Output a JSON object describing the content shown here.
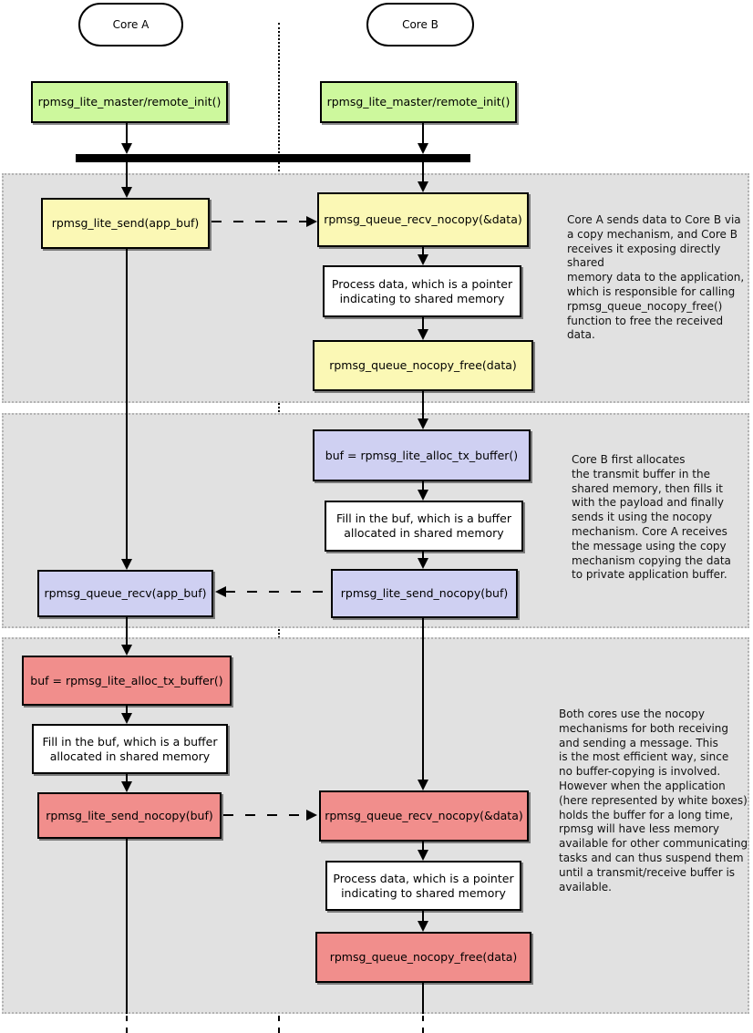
{
  "diagram": {
    "lanes": {
      "core_a": "Core A",
      "core_b": "Core B"
    },
    "init": {
      "core_a": "rpmsg_lite_master/remote_init()",
      "core_b": "rpmsg_lite_master/remote_init()"
    },
    "colors": {
      "init_box": "#cdf89d",
      "copy_section_box": "#fbf8b5",
      "nocopy_send_box": "#cfd0f2",
      "nocopy_both_box": "#f18e8c",
      "app_box": "#ffffff",
      "panel_bg": "#e1e1e1"
    },
    "sections": [
      {
        "a_send": "rpmsg_lite_send(app_buf)",
        "b_recv": "rpmsg_queue_recv_nocopy(&data)",
        "b_process": "Process data, which is a pointer\nindicating to shared memory",
        "b_free": "rpmsg_queue_nocopy_free(data)",
        "note": "Core A sends data to Core B via\na copy mechanism, and Core B\nreceives it exposing directly shared\nmemory data to the application,\nwhich is responsible for calling\nrpmsg_queue_nocopy_free()\nfunction to free the received data."
      },
      {
        "b_alloc": "buf = rpmsg_lite_alloc_tx_buffer()",
        "b_fill": "Fill in the buf, which is a buffer\nallocated in shared memory",
        "b_send": "rpmsg_lite_send_nocopy(buf)",
        "a_recv": "rpmsg_queue_recv(app_buf)",
        "note": "Core B first allocates\nthe transmit buffer in the\nshared memory, then fills it\nwith the payload and finally\nsends it using the nocopy\nmechanism. Core A receives\nthe message using the copy\nmechanism copying the data\nto private application buffer."
      },
      {
        "a_alloc": "buf = rpmsg_lite_alloc_tx_buffer()",
        "a_fill": "Fill in the buf, which is a buffer\nallocated in shared memory",
        "a_send": "rpmsg_lite_send_nocopy(buf)",
        "b_recv": "rpmsg_queue_recv_nocopy(&data)",
        "b_process": "Process data, which is a pointer\nindicating to shared memory",
        "b_free": "rpmsg_queue_nocopy_free(data)",
        "note": "Both cores use the nocopy\nmechanisms for both receiving\nand sending a message. This\nis the most efficient way, since\nno buffer-copying is involved.\nHowever when the application\n(here represented by white boxes)\nholds the buffer for a long time,\nrpmsg will have less memory\navailable for other communicating\ntasks and can thus suspend them\nuntil a transmit/receive buffer is\navailable."
      }
    ]
  }
}
